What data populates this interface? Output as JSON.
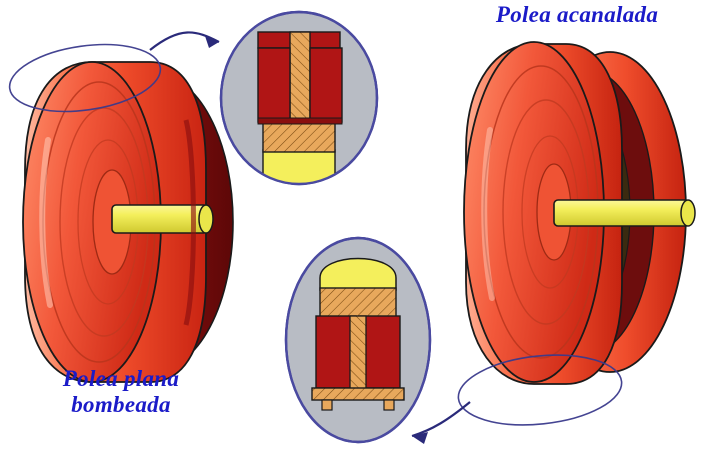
{
  "diagram": {
    "title_right": "Polea acanalada",
    "title_left": "Polea plana\nbombeada",
    "colors": {
      "label_text": "#1b1bc8",
      "pulley_red_light": "#f4613f",
      "pulley_red_mid": "#e8402a",
      "pulley_red_dark": "#b01515",
      "pulley_red_deep": "#8a0f0f",
      "shaft_yellow": "#f2ee52",
      "shaft_yellow_dark": "#d8d23a",
      "detail_background": "#b8bcc4",
      "hatch_tan": "#e8a85c",
      "outline": "#1a1a1a",
      "callout_stroke": "#3a3a8c",
      "detail_border": "#4a4aa0",
      "background": "#ffffff"
    },
    "callouts": [
      {
        "name": "flat-pulley-section-detail",
        "section_profile": "I-beam flat rim section with hub",
        "arrow_direction": "right-up"
      },
      {
        "name": "v-groove-pulley-section-detail",
        "section_profile": "grooved rim section with hub and crowned top",
        "arrow_direction": "left-down"
      }
    ],
    "parts": [
      {
        "name": "flat-crowned-pulley",
        "label_key": "title_left"
      },
      {
        "name": "grooved-pulley",
        "label_key": "title_right"
      },
      {
        "name": "shaft-left"
      },
      {
        "name": "shaft-right"
      }
    ]
  }
}
